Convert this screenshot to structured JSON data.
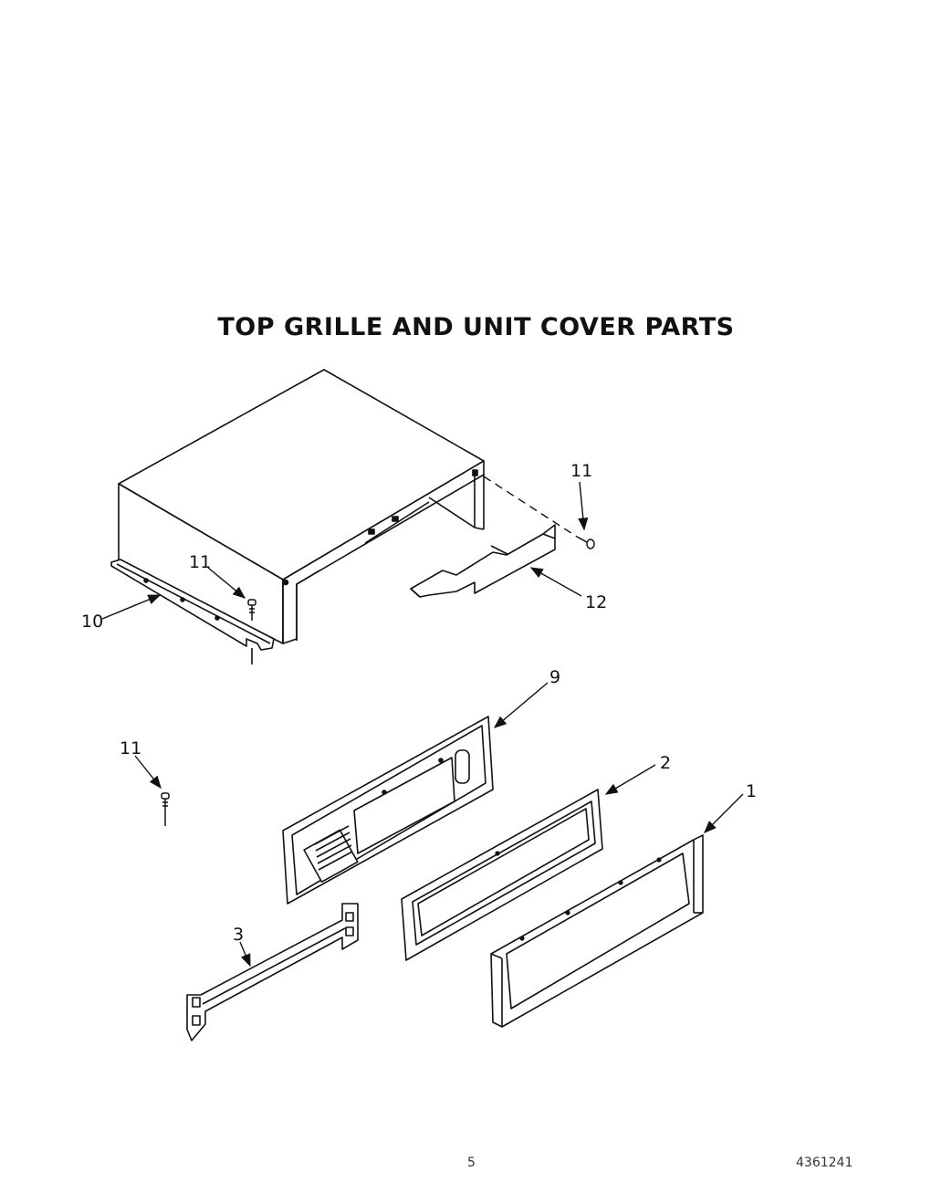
{
  "title": "TOP GRILLE AND UNIT COVER PARTS",
  "callouts": {
    "c1": "1",
    "c2": "2",
    "c3": "3",
    "c9": "9",
    "c10": "10",
    "c11a": "11",
    "c11b": "11",
    "c11c": "11",
    "c12": "12"
  },
  "footer": {
    "page_number": "5",
    "doc_number": "4361241"
  }
}
